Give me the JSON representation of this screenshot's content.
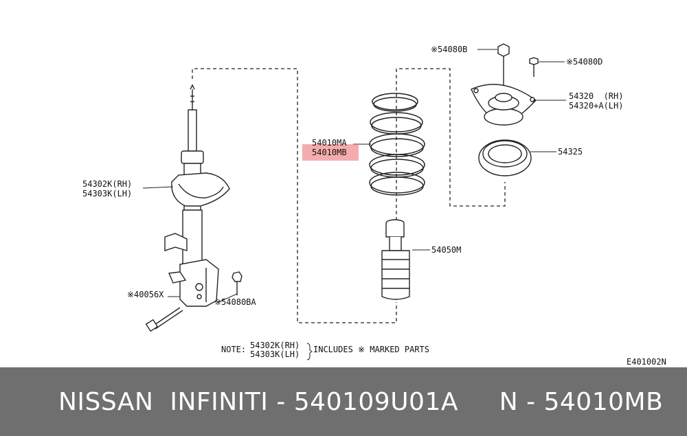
{
  "diagram": {
    "code": "E401002N",
    "note_prefix": "NOTE:",
    "note_part_rh": "54302K(RH)",
    "note_part_lh": "54303K(LH)",
    "note_suffix": "INCLUDES ※ MARKED PARTS",
    "labels": {
      "strut_rh": "54302K(RH)",
      "strut_lh": "54303K(LH)",
      "bolt": "※40056X",
      "strut_nut": "※54080BA",
      "spring_a": "54010MA",
      "spring_b": "54010MB",
      "bound_bumper": "54050M",
      "top_nut": "※54080B",
      "mount_bolt": "※54080D",
      "mount_rh": "54320  (RH)",
      "mount_lh": "54320+A(LH)",
      "bearing": "54325"
    },
    "highlight_color": "#f08080"
  },
  "footer": {
    "text": "NISSAN  INFINITI - 540109U01A     N - 54010MB",
    "background": "#6f6f6f"
  }
}
